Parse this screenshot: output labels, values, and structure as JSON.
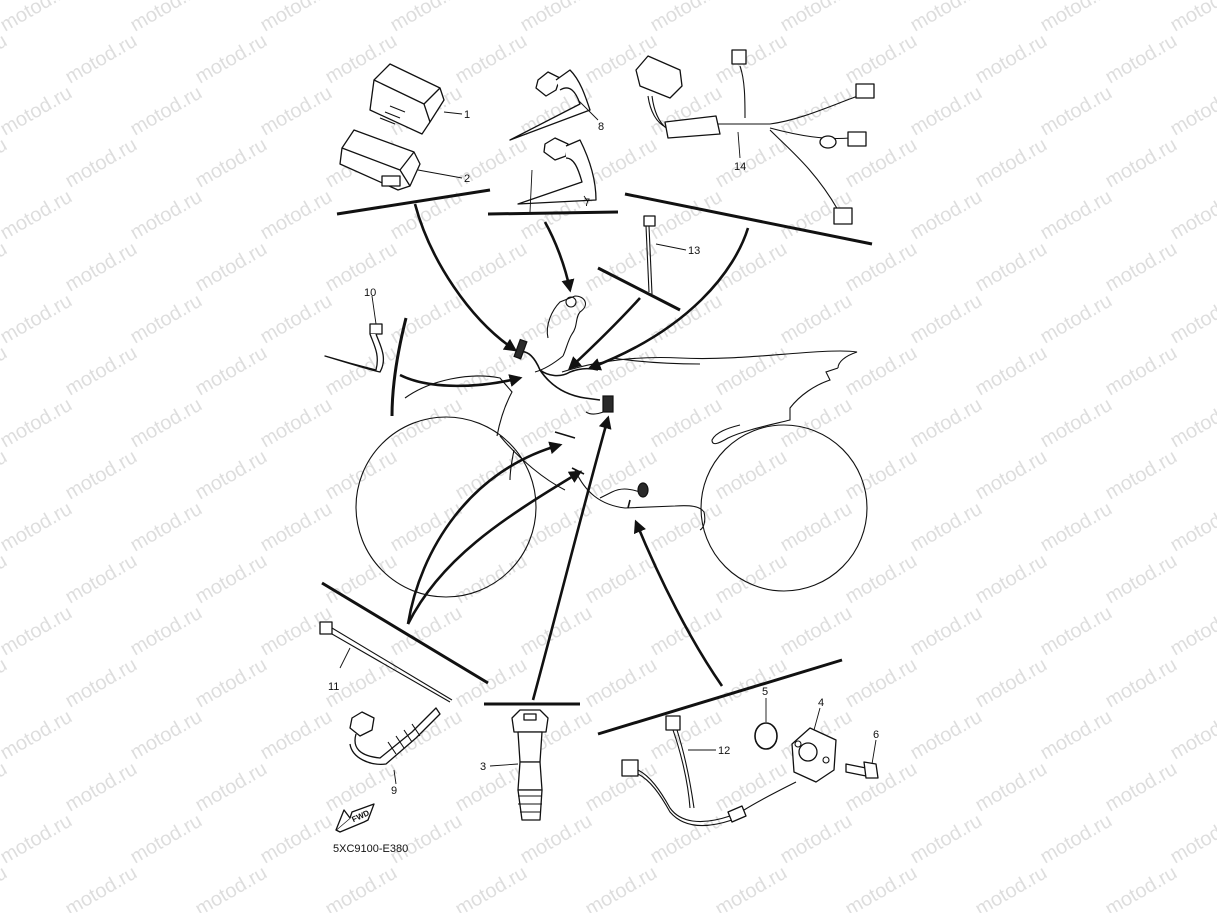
{
  "watermark": {
    "text": "motod.ru"
  },
  "diagram_code": "5XC9100-E380",
  "fwd_label": "FWD",
  "callouts": [
    {
      "num": "1"
    },
    {
      "num": "2"
    },
    {
      "num": "3"
    },
    {
      "num": "4"
    },
    {
      "num": "5"
    },
    {
      "num": "6"
    },
    {
      "num": "7"
    },
    {
      "num": "8"
    },
    {
      "num": "9"
    },
    {
      "num": "10"
    },
    {
      "num": "11"
    },
    {
      "num": "12"
    },
    {
      "num": "13"
    },
    {
      "num": "14"
    }
  ]
}
